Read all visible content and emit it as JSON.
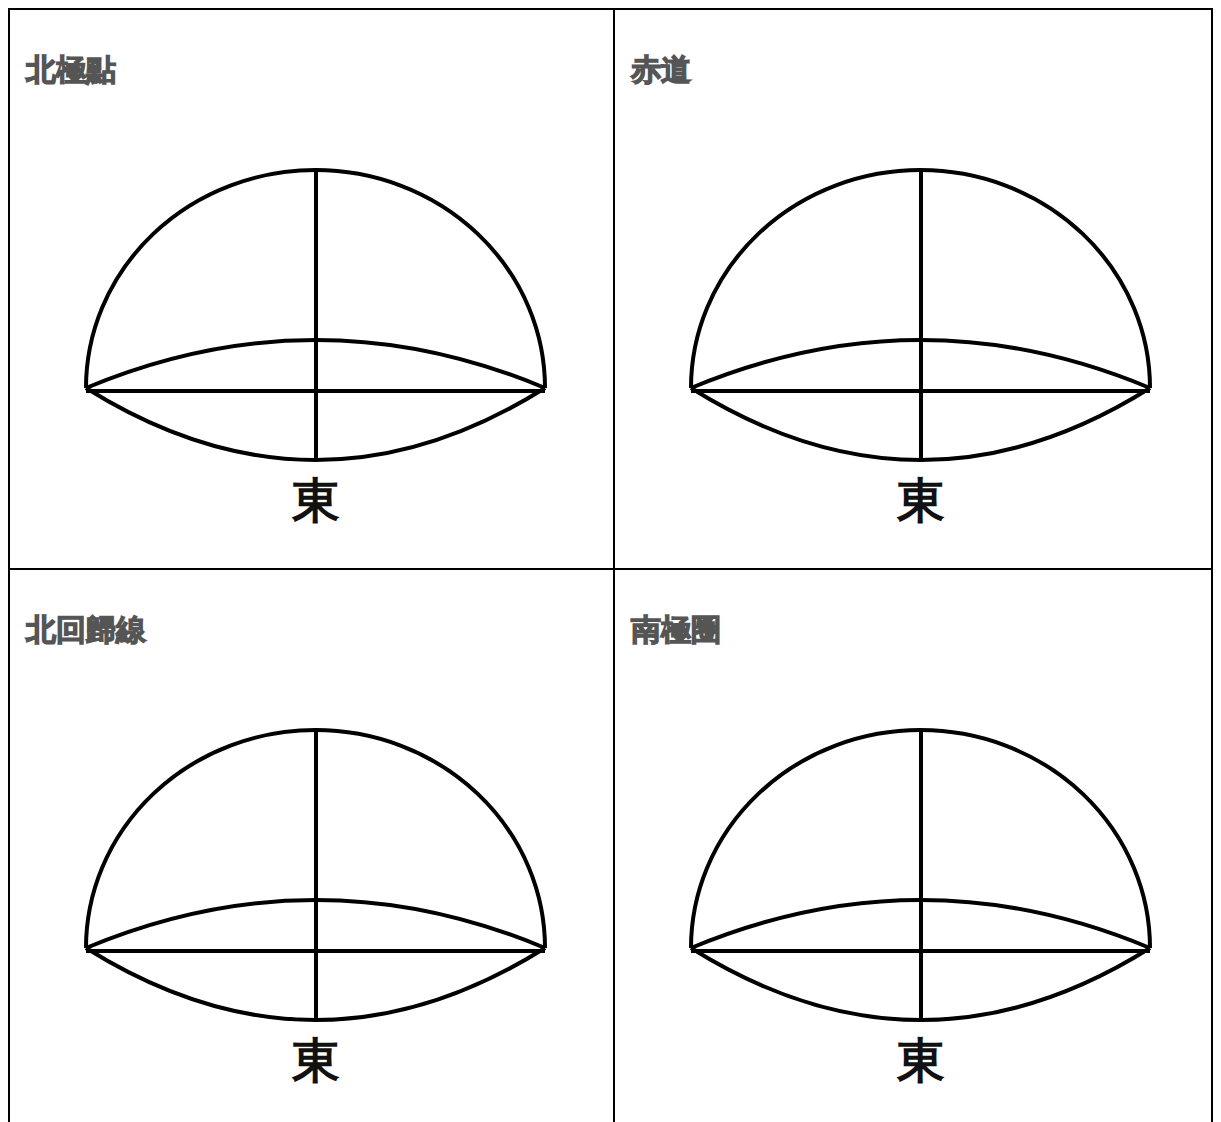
{
  "diagram": {
    "nodes": [
      {
        "text": [
          "北極點",
          "東"
        ]
      },
      {
        "text": [
          "赤道",
          "東"
        ]
      },
      {
        "text": [
          "北回歸線",
          "東"
        ]
      },
      {
        "text": [
          "南極圈",
          "東"
        ]
      }
    ]
  }
}
